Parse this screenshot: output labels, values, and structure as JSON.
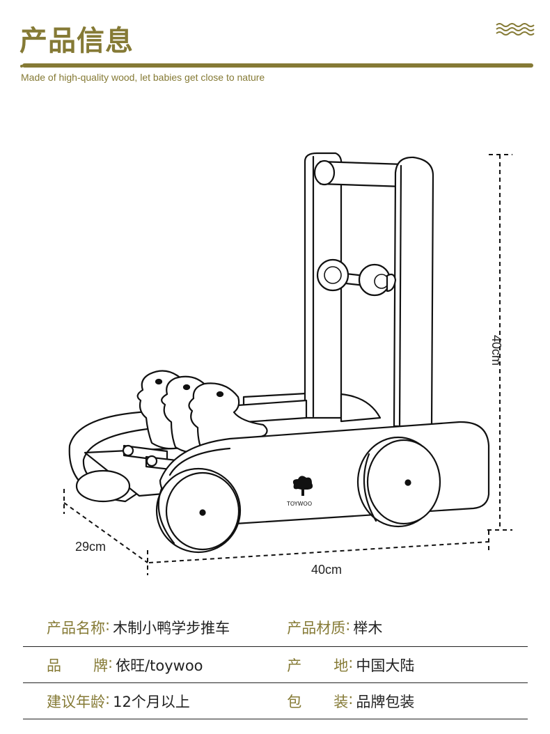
{
  "header": {
    "title": "产品信息",
    "subtitle": "Made of high-quality wood, let babies get close to nature",
    "accent_color": "#857a35",
    "decor_icon": "waves-icon"
  },
  "illustration": {
    "subject": "wooden duck baby walker line drawing",
    "brand_logo_text": "TOYWOO",
    "dimensions": {
      "depth": "29cm",
      "width": "40cm",
      "height": "40cm"
    }
  },
  "specs": [
    {
      "label": "产品名称",
      "value": "木制小鸭学步推车",
      "label2": "产品材质",
      "value2": "榉木"
    },
    {
      "label_a": "品",
      "label_b": "牌",
      "value": "依旺/toywoo",
      "label2_a": "产",
      "label2_b": "地",
      "value2": "中国大陆"
    },
    {
      "label": "建议年龄",
      "value": "12个月以上",
      "label2_a": "包",
      "label2_b": "装",
      "value2": "品牌包装"
    }
  ],
  "colon": ":"
}
